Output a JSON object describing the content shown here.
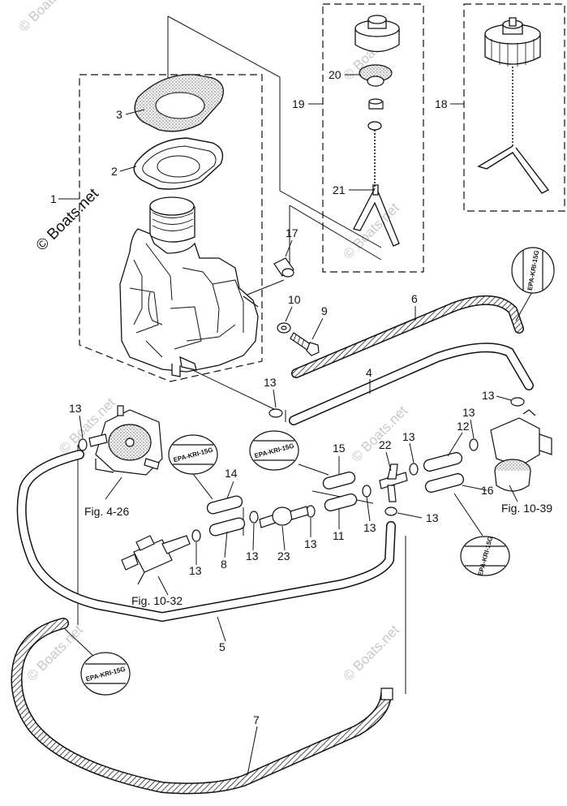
{
  "watermark": {
    "main": "© Boats.net",
    "faint": "© Boats.net"
  },
  "callouts": {
    "c1": "1",
    "c2": "2",
    "c3": "3",
    "c4": "4",
    "c5": "5",
    "c6": "6",
    "c7": "7",
    "c8": "8",
    "c9": "9",
    "c10": "10",
    "c11": "11",
    "c12": "12",
    "c13": "13",
    "c14": "14",
    "c15": "15",
    "c16": "16",
    "c17": "17",
    "c18": "18",
    "c19": "19",
    "c20": "20",
    "c21": "21",
    "c22": "22",
    "c23": "23"
  },
  "figure_refs": {
    "fig_4_26": "Fig. 4-26",
    "fig_10_32": "Fig. 10-32",
    "fig_10_39": "Fig. 10-39"
  },
  "hose_label": "EPA-KRI-15G",
  "colors": {
    "line": "#111111",
    "watermark": "#c8c8c8",
    "hatch": "#222222"
  }
}
